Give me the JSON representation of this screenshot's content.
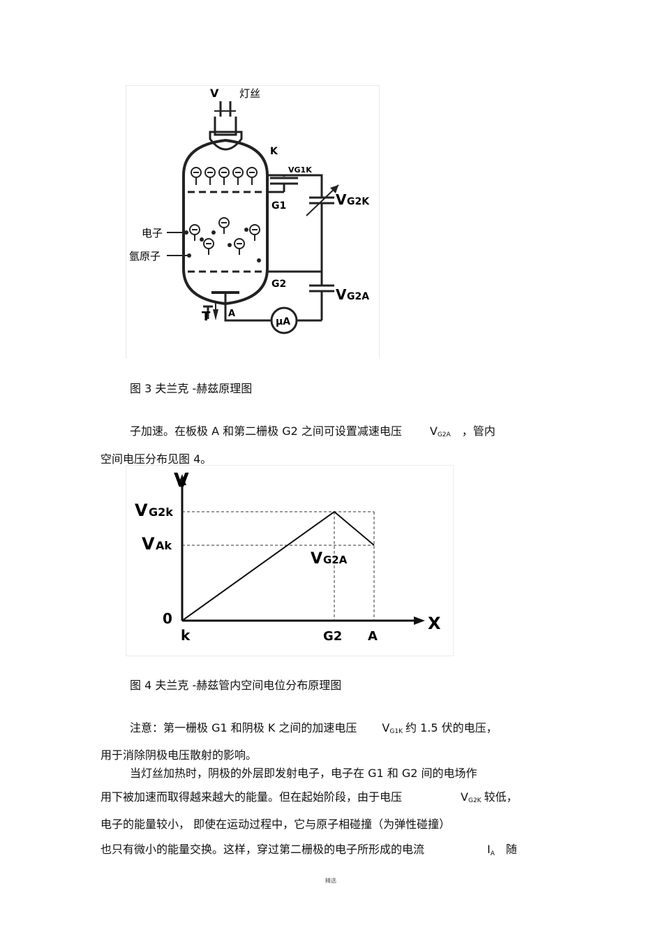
{
  "figure3": {
    "labels": {
      "v": "V",
      "filament": "灯丝",
      "k": "K",
      "vg1k": "VG1K",
      "g1": "G1",
      "vg2k_main": "V",
      "vg2k_sub": "G2K",
      "electron": "电子",
      "argon": "氩原子",
      "g2": "G2",
      "vg2a_main": "V",
      "vg2a_sub": "G2A",
      "t": "T",
      "a": "A",
      "meter": "μA"
    },
    "caption": "图 3    夫兰克 -赫兹原理图"
  },
  "para1": {
    "line1_pre": "子加速。在板极   A 和第二栅极   G2 之间可设置减速电压",
    "line1_v": "V",
    "line1_sub": "G2A",
    "line1_post": "，管内",
    "line2": "空间电压分布见图     4。"
  },
  "figure4": {
    "caption": "图 4    夫兰克 -赫兹管内空间电位分布原理图"
  },
  "chart_data": {
    "type": "line",
    "ylabel": "V",
    "xlabel": "X",
    "x_categories": [
      "k",
      "G2",
      "A"
    ],
    "y_ticks": [
      "VG2k",
      "VAk",
      "0"
    ],
    "series": [
      {
        "points": [
          [
            "k",
            0
          ],
          [
            "G2",
            "VG2k"
          ],
          [
            "A",
            "VAk"
          ]
        ]
      }
    ],
    "annotations": [
      "VG2A"
    ],
    "labels": {
      "y_axis": "V",
      "x_axis": "X",
      "origin": "0",
      "y_tick_1_main": "V",
      "y_tick_1_sub": "G2k",
      "y_tick_2_main": "V",
      "y_tick_2_sub": "Ak",
      "annot_main": "V",
      "annot_sub": "G2A",
      "x_tick_k": "k",
      "x_tick_g2": "G2",
      "x_tick_a": "A"
    }
  },
  "para2": {
    "line1_pre": "注意：第一栅极    G1 和阴极   K 之间的加速电压",
    "line1_v": "V",
    "line1_sub": "G1K",
    "line1_post": "约 1.5 伏的电压，",
    "line2": "用于消除阴极电压散射的影响。"
  },
  "para3": {
    "line1": "当灯丝加热时，阴极的外层即发射电子，电子在            G1 和  G2 间的电场作",
    "line2_pre": "用下被加速而取得越来越大的能量。但在起始阶段，由于电压",
    "line2_v": "V",
    "line2_sub": "G2K",
    "line2_post": "较低，",
    "line3": "电子的能量较小，         即使在运动过程中，它与原子相碰撞（为弹性碰撞）",
    "line4_pre": "也只有微小的能量交换。这样，穿过第二栅极的电子所形成的电流",
    "line4_i": "I",
    "line4_sub": "A",
    "line4_post": "随"
  },
  "footer": {
    "text": "精选"
  }
}
